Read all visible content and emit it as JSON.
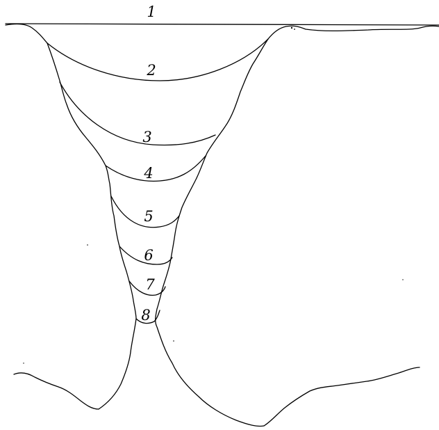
{
  "labels": {
    "layer_1": "1",
    "layer_2": "2",
    "layer_3": "3",
    "layer_4": "4",
    "layer_5": "5",
    "layer_6": "6",
    "layer_7": "7",
    "layer_8": "8"
  }
}
